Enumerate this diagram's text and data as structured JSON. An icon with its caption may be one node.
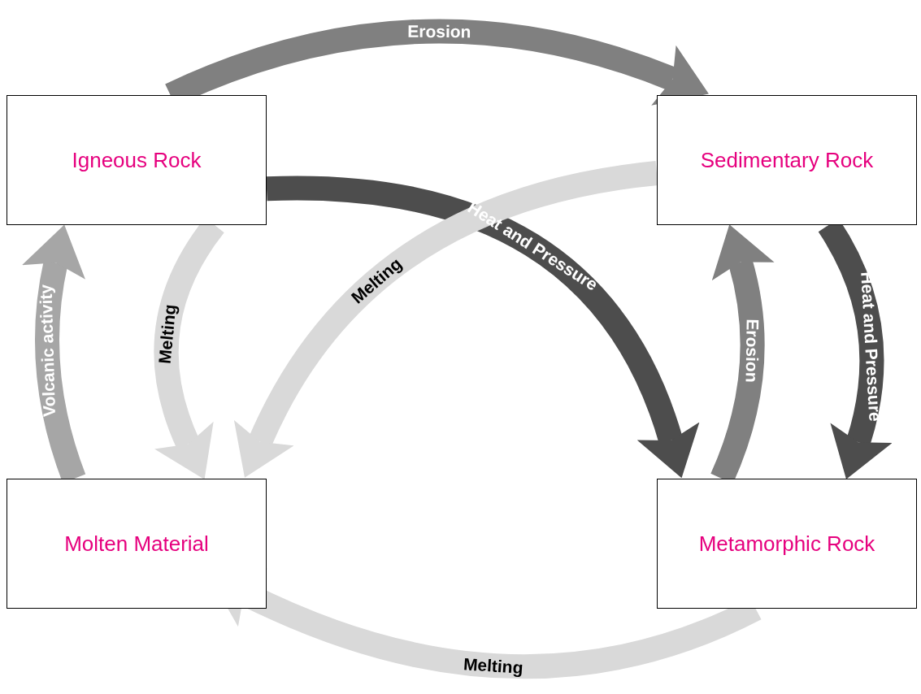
{
  "diagram": {
    "nodes": [
      {
        "text": [
          "Igneous Rock"
        ]
      },
      {
        "text": [
          "Sedimentary Rock"
        ]
      },
      {
        "text": [
          "Molten Material"
        ]
      },
      {
        "text": [
          "Metamorphic Rock"
        ]
      }
    ],
    "edges": [
      {
        "from": 0,
        "to": 1,
        "arrow": "to",
        "label": "Erosion",
        "color": "#808080"
      },
      {
        "from": 0,
        "to": 3,
        "arrow": "to",
        "label": "Heat and Pressure",
        "color": "#4d4d4d"
      },
      {
        "from": 1,
        "to": 2,
        "arrow": "to",
        "label": "Melting",
        "color": "#d9d9d9"
      },
      {
        "from": 0,
        "to": 2,
        "arrow": "to",
        "label": "Melting",
        "color": "#d9d9d9"
      },
      {
        "from": 2,
        "to": 0,
        "arrow": "to",
        "label": "Volcanic activity",
        "color": "#a6a6a6"
      },
      {
        "from": 1,
        "to": 3,
        "arrow": "to",
        "label": "Heat and Pressure",
        "color": "#4d4d4d"
      },
      {
        "from": 3,
        "to": 1,
        "arrow": "to",
        "label": "Erosion",
        "color": "#808080"
      },
      {
        "from": 3,
        "to": 2,
        "arrow": "to",
        "label": "Melting",
        "color": "#d9d9d9"
      }
    ]
  }
}
